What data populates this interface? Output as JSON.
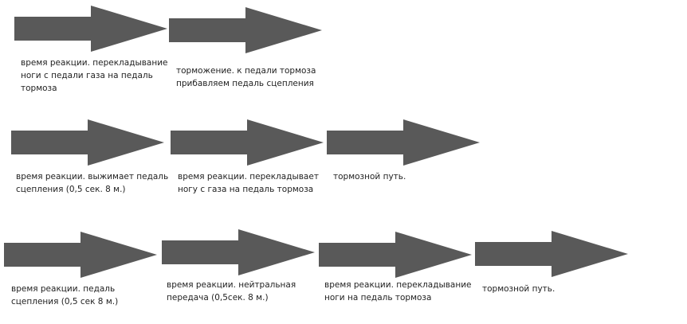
{
  "diagram": {
    "arrow_color": "#595959",
    "rows": [
      {
        "steps": [
          {
            "lines": [
              "время реакции. перекладывание",
              "ноги с педали газа на педаль",
              "тормоза"
            ]
          },
          {
            "lines": [
              "торможение. к педали тормоза",
              "прибавляем педаль сцепления"
            ]
          }
        ]
      },
      {
        "steps": [
          {
            "lines": [
              "время реакции. выжимает педаль",
              "сцепления (0,5 сек. 8 м.)"
            ]
          },
          {
            "lines": [
              "время реакции. перекладывает",
              "ногу с газа на педаль тормоза"
            ]
          },
          {
            "lines": [
              "тормозной путь."
            ]
          }
        ]
      },
      {
        "steps": [
          {
            "lines": [
              "время реакции. педаль",
              "сцепления (0,5 сек 8 м.)"
            ]
          },
          {
            "lines": [
              "время реакции. нейтральная",
              "передача (0,5сек. 8 м.)"
            ]
          },
          {
            "lines": [
              "время реакции. перекладывание",
              "ноги на педаль тормоза"
            ]
          },
          {
            "lines": [
              "тормозной путь."
            ]
          }
        ]
      }
    ]
  }
}
